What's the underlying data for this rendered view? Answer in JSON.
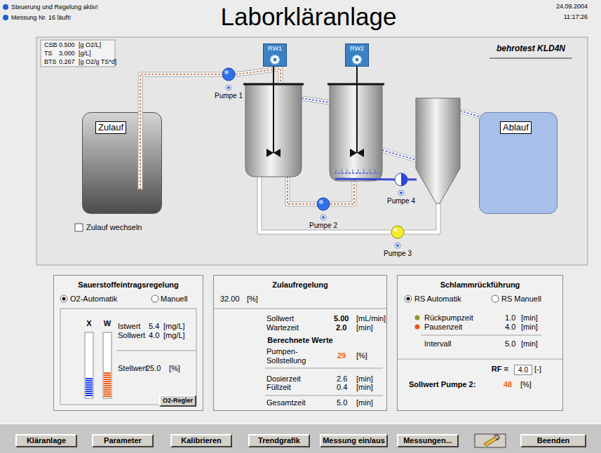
{
  "diagram": {
    "title": "Laborkläranlage",
    "nodes": [
      {
        "text": [
          "Zulauf"
        ]
      },
      {
        "text": [
          "Ablauf"
        ]
      },
      {
        "text": [
          "RW1"
        ]
      },
      {
        "text": [
          "RW2"
        ]
      },
      {
        "text": [
          "Pumpe 1"
        ]
      },
      {
        "text": [
          "Pumpe 4"
        ]
      },
      {
        "text": [
          "Pumpe 2"
        ]
      },
      {
        "text": [
          "Pumpe 3"
        ]
      },
      {
        "text": [
          "Sauerstoffeintragsregelung"
        ]
      },
      {
        "text": [
          "O2-Regler"
        ],
        "in": 8
      },
      {
        "text": [
          "Zulaufregelung"
        ]
      },
      {
        "text": [
          "Schlammrückführung"
        ]
      },
      {
        "text": [
          "4.0"
        ],
        "in": 11
      },
      {
        "text": [
          "Kläranlage"
        ]
      },
      {
        "text": [
          "Parameter"
        ]
      },
      {
        "text": [
          "Kalibrieren"
        ]
      },
      {
        "text": [
          "Trendgrafik"
        ]
      },
      {
        "text": [
          "Messung ein/aus"
        ]
      },
      {
        "text": [
          "Messungen..."
        ]
      },
      {
        "text": [
          "Beenden"
        ]
      }
    ],
    "edges": [
      {
        "from": 0,
        "to": 4,
        "arrow": "none"
      }
    ],
    "labels": [
      "Steuerung und Regelung aktiv!",
      "Messung Nr. 16 läuft!",
      "24.09.2004",
      "11:17:26",
      "CSB",
      "0.500",
      "[g O2/L]",
      "TS",
      "3.000",
      "[g/L]",
      "BTS",
      "0.267",
      "[g O2/g TS*d]",
      "behrotest KLD4N",
      "Zulauf wechseln",
      "O2-Automatik",
      "Manuell",
      "X",
      "W",
      "Istwert",
      "5.4",
      "[mg/L]",
      "Sollwert",
      "4.0",
      "[mg/L]",
      "Stellwert",
      "25.0",
      "[%]",
      "32.00",
      "[%]",
      "Sollwert",
      "5.00",
      "[mL/min]",
      "Wartezeit",
      "2.0",
      "[min]",
      "Berechnete Werte",
      "Pumpen- Sollstellung",
      "29",
      "[%]",
      "Dosierzeit",
      "2.6",
      "[min]",
      "Füllzeit",
      "0.4",
      "[min]",
      "Gesamtzeit",
      "5.0",
      "[min]",
      "RS Automatik",
      "RS Manuell",
      "Rückpumpzeit",
      "1.0",
      "[min]",
      "Pausenzeit",
      "4.0",
      "[min]",
      "Intervall",
      "5.0",
      "[min]",
      "RF =",
      "[-]",
      "Sollwert Pumpe 2:",
      "48",
      "[%]"
    ]
  }
}
